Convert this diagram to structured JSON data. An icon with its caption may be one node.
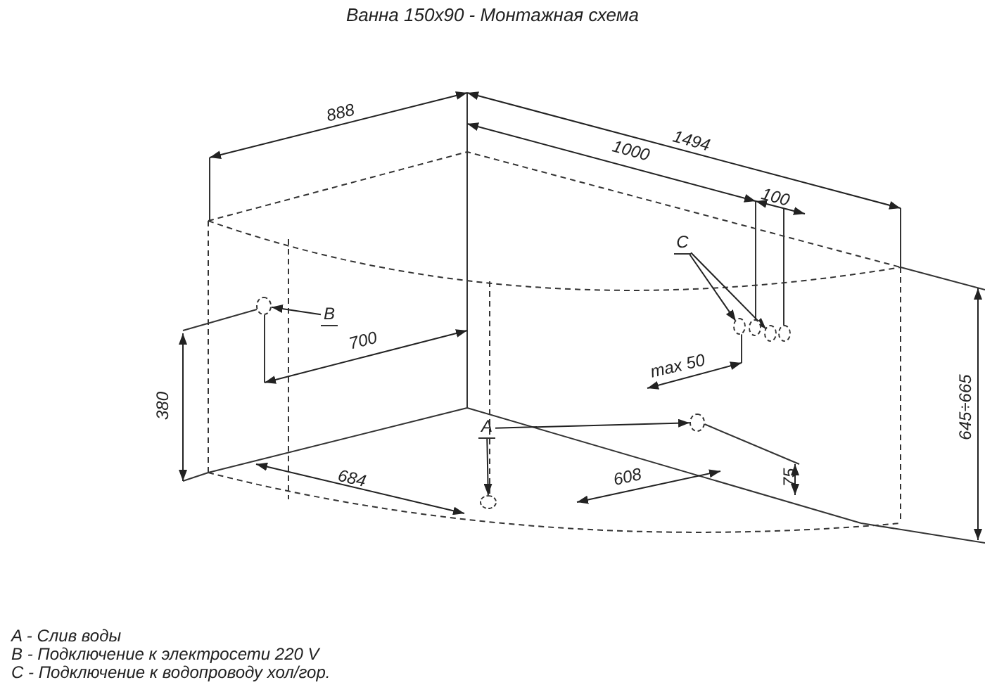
{
  "diagram": {
    "title": "Ванна 150x90 - Монтажная схема",
    "nodes": [
      {
        "text": [
          "A"
        ]
      },
      {
        "text": [
          "B"
        ]
      },
      {
        "text": [
          "C"
        ]
      },
      {
        "text": [],
        "shape": "circle"
      },
      {
        "text": [],
        "shape": "circle"
      },
      {
        "text": [],
        "shape": "circle"
      },
      {
        "text": [],
        "shape": "circle"
      },
      {
        "text": [],
        "shape": "circle"
      },
      {
        "text": [],
        "shape": "circle"
      },
      {
        "text": [],
        "shape": "circle"
      }
    ],
    "edges": [
      {
        "from": 1,
        "to": 3,
        "arrow": "to"
      },
      {
        "from": 0,
        "to": 4,
        "arrow": "to"
      },
      {
        "from": 0,
        "to": 5,
        "arrow": "to"
      },
      {
        "from": 2,
        "to": 6,
        "arrow": "to"
      },
      {
        "from": 2,
        "to": 8,
        "arrow": "to"
      }
    ],
    "labels": [
      "888",
      "1494",
      "1000",
      "100",
      "700",
      "max 50",
      "380",
      "645÷665",
      "75",
      "684",
      "608",
      "A - Слив воды",
      "B - Подключение к электросети 220 V",
      "C - Подключение к водопроводу хол/гор."
    ]
  }
}
